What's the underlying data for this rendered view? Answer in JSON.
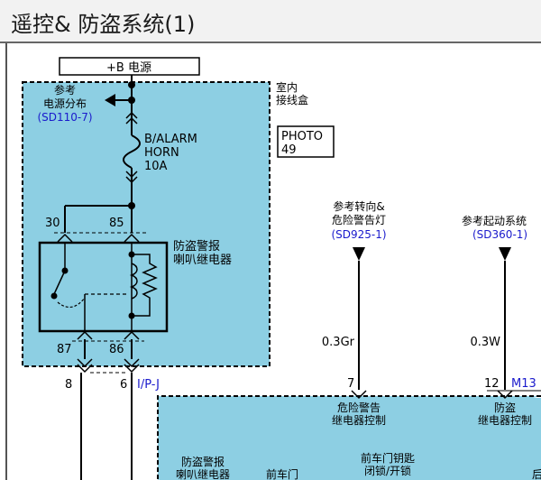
{
  "header": {
    "title": "遥控& 防盗系统(1)"
  },
  "colors": {
    "box_fill": "#8dcfe3",
    "ref_blue": "#1a1acc",
    "line": "#000000"
  },
  "power_label": "+B 电源",
  "ref_power": {
    "line1": "参考",
    "line2": "电源分布",
    "code": "(SD110-7)"
  },
  "junction_box": {
    "line1": "室内",
    "line2": "接线盒"
  },
  "photo": {
    "line1": "PHOTO",
    "line2": "49"
  },
  "fuse": {
    "line1": "B/ALARM",
    "line2": "HORN",
    "line3": "10A"
  },
  "relay": {
    "label_line1": "防盗警报",
    "label_line2": "喇叭继电器",
    "pins": {
      "p30": "30",
      "p85": "85",
      "p87": "87",
      "p86": "86"
    }
  },
  "connector": {
    "pin8": "8",
    "pin6": "6",
    "name": "I/P-J"
  },
  "ref_turn": {
    "line1": "参考转向&",
    "line2": "危险警告灯",
    "code": "(SD925-1)",
    "wire": "0.3Gr",
    "pin": "7"
  },
  "ref_start": {
    "line1": "参考起动系统",
    "code": "(SD360-1)",
    "wire": "0.3W",
    "pin": "12",
    "module": "M13"
  },
  "module": {
    "hazard_line1": "危险警告",
    "hazard_line2": "继电器控制",
    "anti_line1": "防盗",
    "anti_line2": "继电器控制",
    "bottom_relay_line1": "防盗警报",
    "bottom_relay_line2": "喇叭继电器",
    "front_door": "前车门",
    "key_line1": "前车门钥匙",
    "key_line2": "闭锁/开锁",
    "cut_char": "后"
  }
}
